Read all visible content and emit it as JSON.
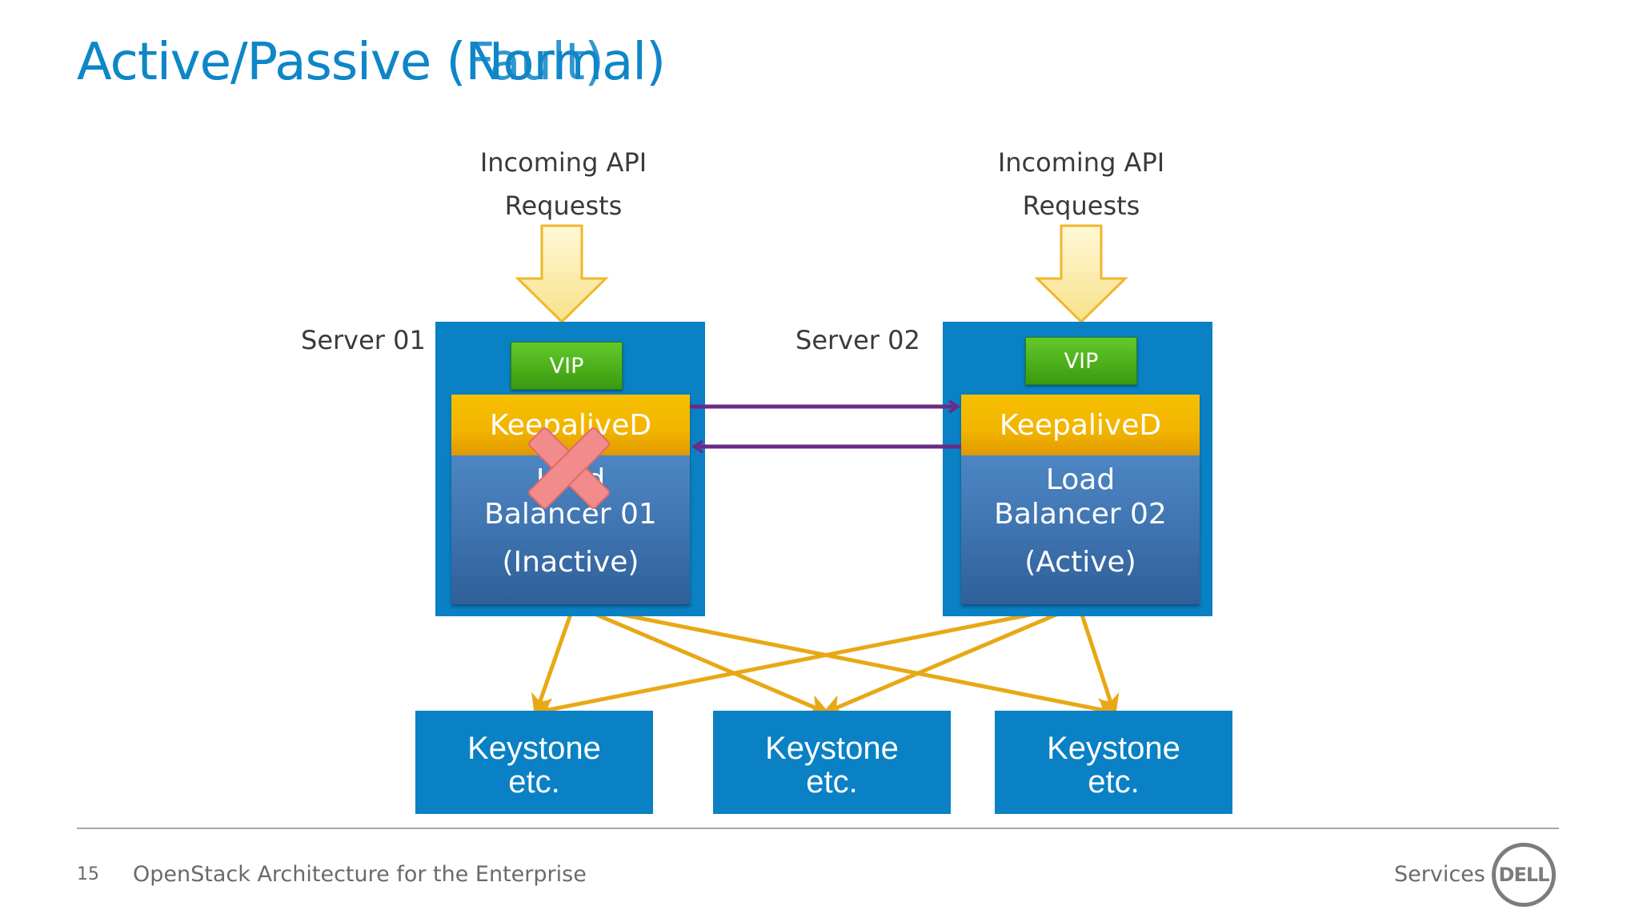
{
  "slide": {
    "title_normal": "Active/Passive (Normal)",
    "title_fault": "Active/Passive (Fault)"
  },
  "diagram": {
    "server1": {
      "label": "Server 01",
      "incoming": [
        "Incoming API",
        "Requests"
      ],
      "vip": "VIP",
      "keepalived": "KeepaliveD",
      "lb": [
        "Load",
        "Balancer 01",
        "(Inactive)"
      ],
      "failed": true
    },
    "server2": {
      "label": "Server 02",
      "incoming": [
        "Incoming API",
        "Requests"
      ],
      "vip": "VIP",
      "keepalived": "KeepaliveD",
      "lb": [
        "Load",
        "Balancer 02",
        "(Active)"
      ]
    },
    "backends": [
      {
        "line1": "Keystone",
        "line2": "etc."
      },
      {
        "line1": "Keystone",
        "line2": "etc."
      },
      {
        "line1": "Keystone",
        "line2": "etc."
      }
    ],
    "colors": {
      "server": "#0a81c4",
      "vip": "#4cb31b",
      "keepalived": "#f2b400",
      "load_balancer": "#3f74b0",
      "heartbeat_arrow": "#6a2a86",
      "backend_arrow": "#e8a816",
      "fault_x": "#f28b8b"
    }
  },
  "footer": {
    "page_number": "15",
    "text": "OpenStack Architecture for the Enterprise",
    "section": "Services",
    "logo": "DELL"
  }
}
